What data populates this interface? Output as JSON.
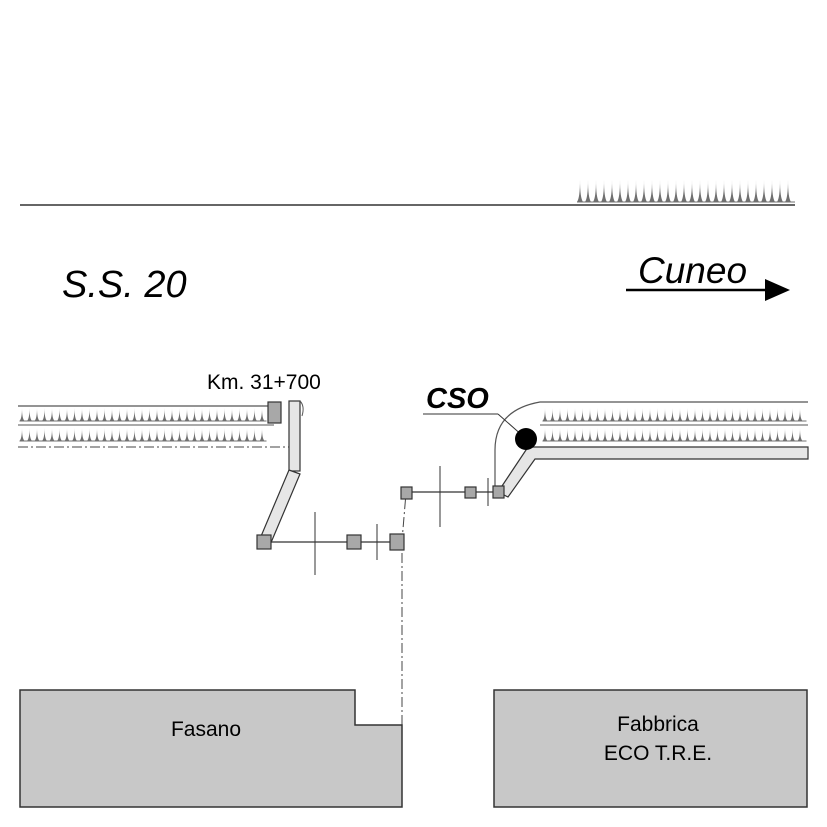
{
  "road": {
    "name": "S.S. 20"
  },
  "direction": {
    "label": "Cuneo"
  },
  "kilometre_marker": {
    "label": "Km. 31+700"
  },
  "cso_marker": {
    "label": "CSO"
  },
  "buildings": {
    "left": {
      "label": "Fasano"
    },
    "right": {
      "line1": "Fabbrica",
      "line2": "ECO T.R.E."
    }
  },
  "colors": {
    "line": "#333333",
    "building_fill": "#c8c8c8",
    "square_fill": "#a8a8a8",
    "rail_fill": "#e6e6e6",
    "cso_dot": "#000000",
    "spikes": "#707070"
  }
}
